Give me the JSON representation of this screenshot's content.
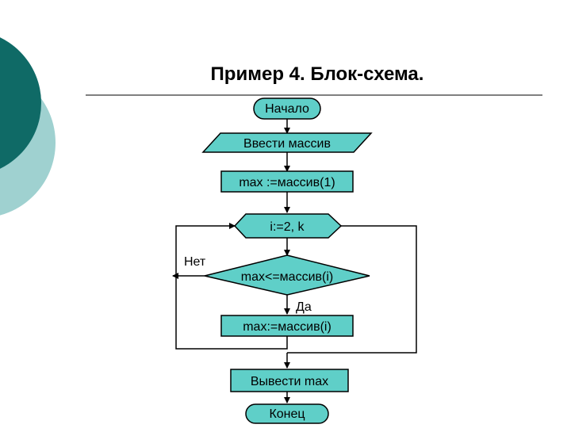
{
  "slide": {
    "title": "Пример 4. Блок-схема.",
    "accent_colors": {
      "dark_teal": "#0f6a66",
      "light_teal": "#9fd1d0",
      "shape_fill": "#5fcfc8"
    }
  },
  "flowchart": {
    "start": "Начало",
    "input": "Ввести массив",
    "init": "max :=массив(1)",
    "loop": "i:=2, k",
    "condition": "max<=массив(i)",
    "no_label": "Нет",
    "yes_label": "Да",
    "assign": "max:=массив(i)",
    "output": "Вывести max",
    "end": "Конец"
  }
}
